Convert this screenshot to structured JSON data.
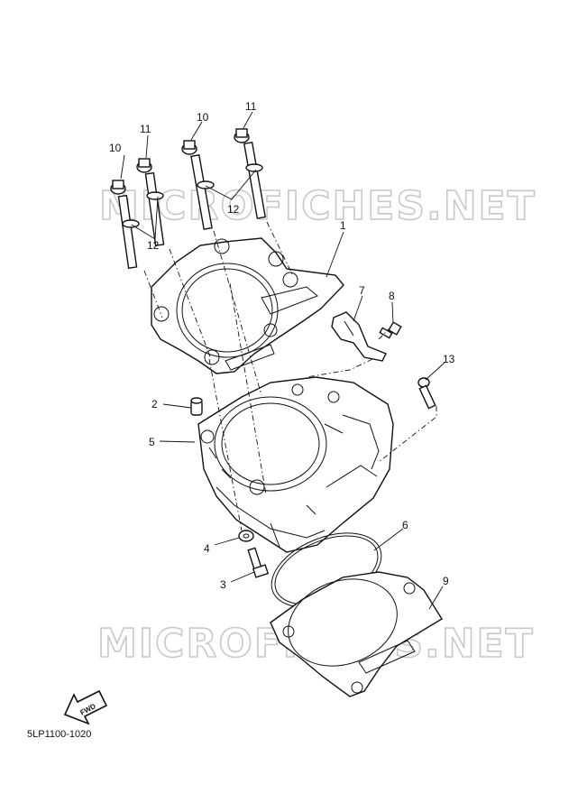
{
  "watermarks": [
    "MICROFICHES.NET",
    "MICROFICHES.NET"
  ],
  "callouts": {
    "c1": "1",
    "c2": "2",
    "c3": "3",
    "c4": "4",
    "c5": "5",
    "c6": "6",
    "c7": "7",
    "c8": "8",
    "c9": "9",
    "c10a": "10",
    "c10b": "10",
    "c11a": "11",
    "c11b": "11",
    "c12a": "12",
    "c12b": "12",
    "c13": "13"
  },
  "fwd_label": "FWD",
  "diagram_code": "5LP1100-1020"
}
